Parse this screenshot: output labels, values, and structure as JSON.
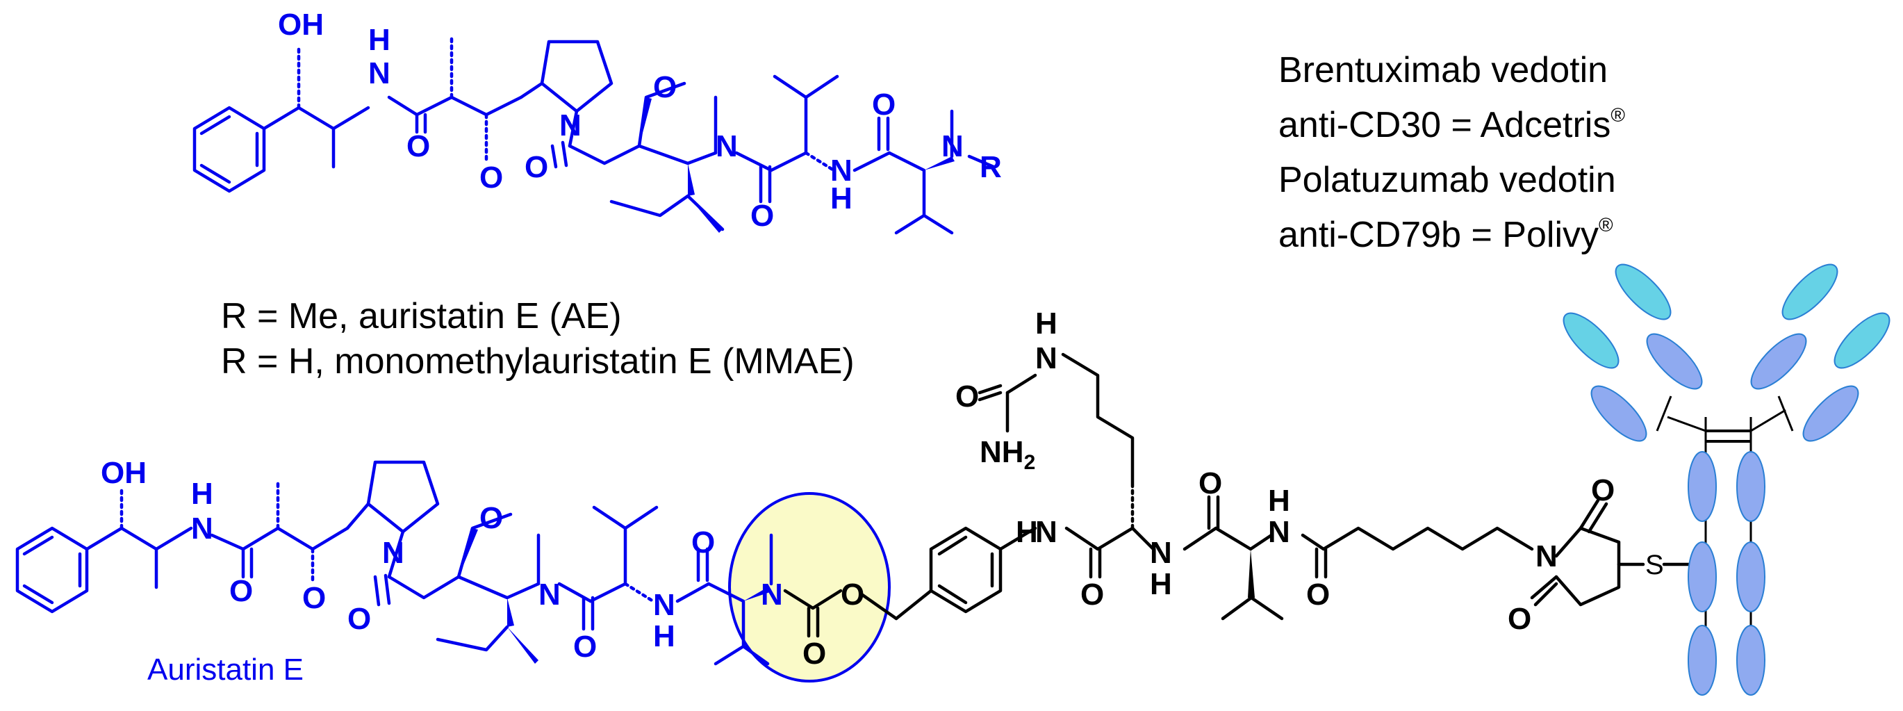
{
  "legend": {
    "line1": "Brentuximab vedotin",
    "line2": "anti-CD30  = Adcetris",
    "line2_mark": "®",
    "line3": "Polatuzumab vedotin",
    "line4": "anti-CD79b  = Polivy",
    "line4_mark": "®"
  },
  "r_groups": {
    "line1": "R = Me, auristatin E (AE)",
    "line2": "R = H, monomethylauristatin E (MMAE)"
  },
  "caption": "Auristatin E",
  "atoms": {
    "OH": "OH",
    "N": "N",
    "NH_H": "H",
    "O": "O",
    "R": "R",
    "S": "S",
    "NH2_N": "NH",
    "NH2_sub": "2"
  },
  "colors": {
    "payload": "#0000ee",
    "linker": "#000000",
    "highlight_fill": "#fafac8",
    "antibody_heavy": "#8faaf0",
    "antibody_light": "#66d2e6",
    "antibody_outline": "#2a7fd4"
  }
}
